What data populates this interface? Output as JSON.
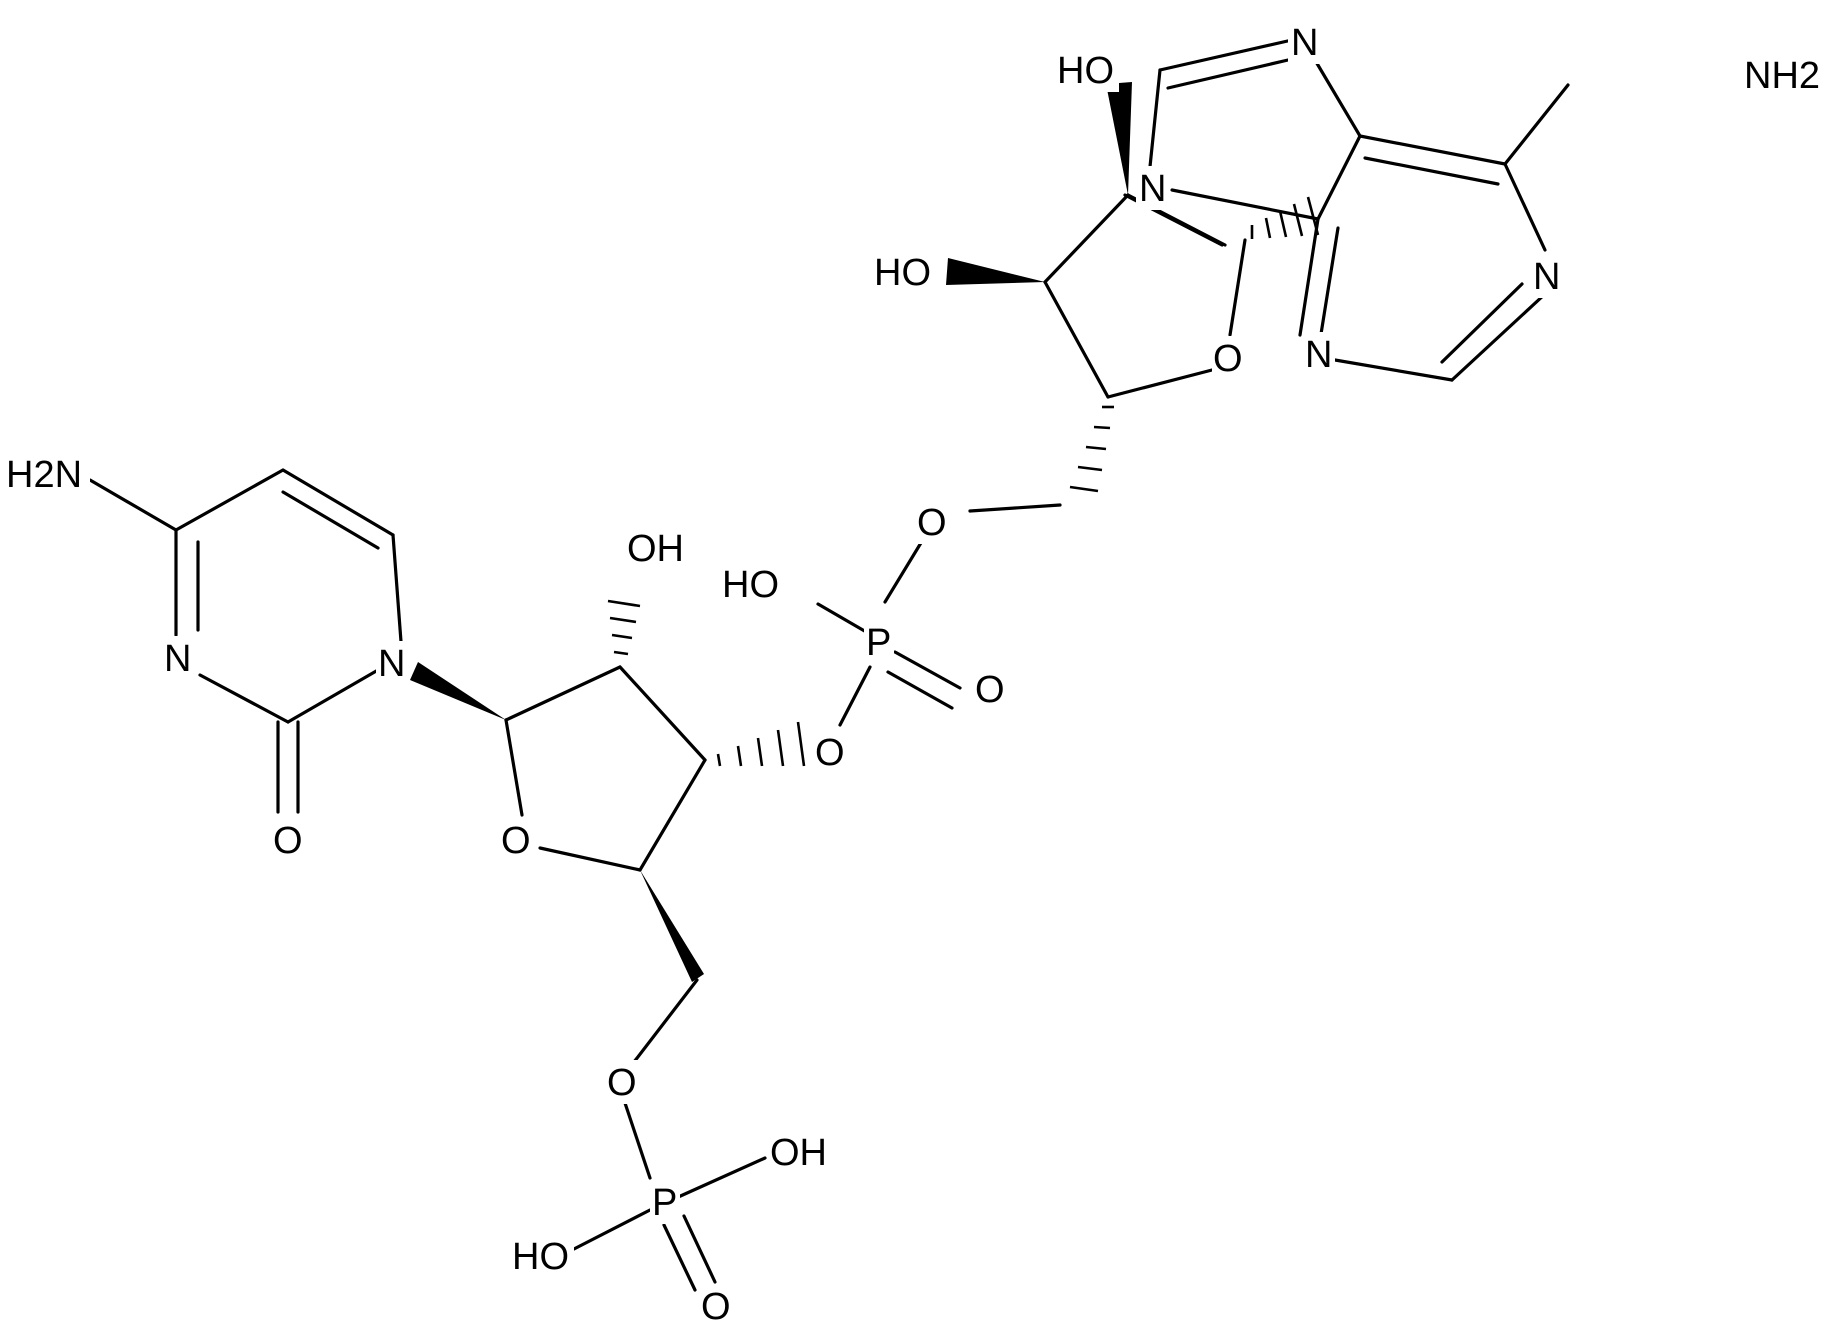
{
  "colors": {
    "background": "#ffffff",
    "ink": "#000000"
  },
  "atoms": {
    "adenine_nh2": "NH2",
    "adenine_n_top": "N",
    "adenine_n9": "N",
    "adenine_n_right": "N",
    "adenine_n_bottom": "N",
    "ribose1_oh_top": "HO",
    "ribose1_oh_left": "HO",
    "ribose1_ring_o": "O",
    "linker_o_upper": "O",
    "phosphate1_oh": "HO",
    "phosphate1_p": "P",
    "phosphate1_o_double": "O",
    "linker_o_lower": "O",
    "ribose2_oh": "OH",
    "ribose2_ring_o": "O",
    "cytosine_nh2": "H2N",
    "cytosine_n1": "N",
    "cytosine_n3": "N",
    "cytosine_o": "O",
    "ribose2_o5": "O",
    "phosphate2_p": "P",
    "phosphate2_oh_right": "OH",
    "phosphate2_oh_left": "HO",
    "phosphate2_o_double": "O"
  }
}
